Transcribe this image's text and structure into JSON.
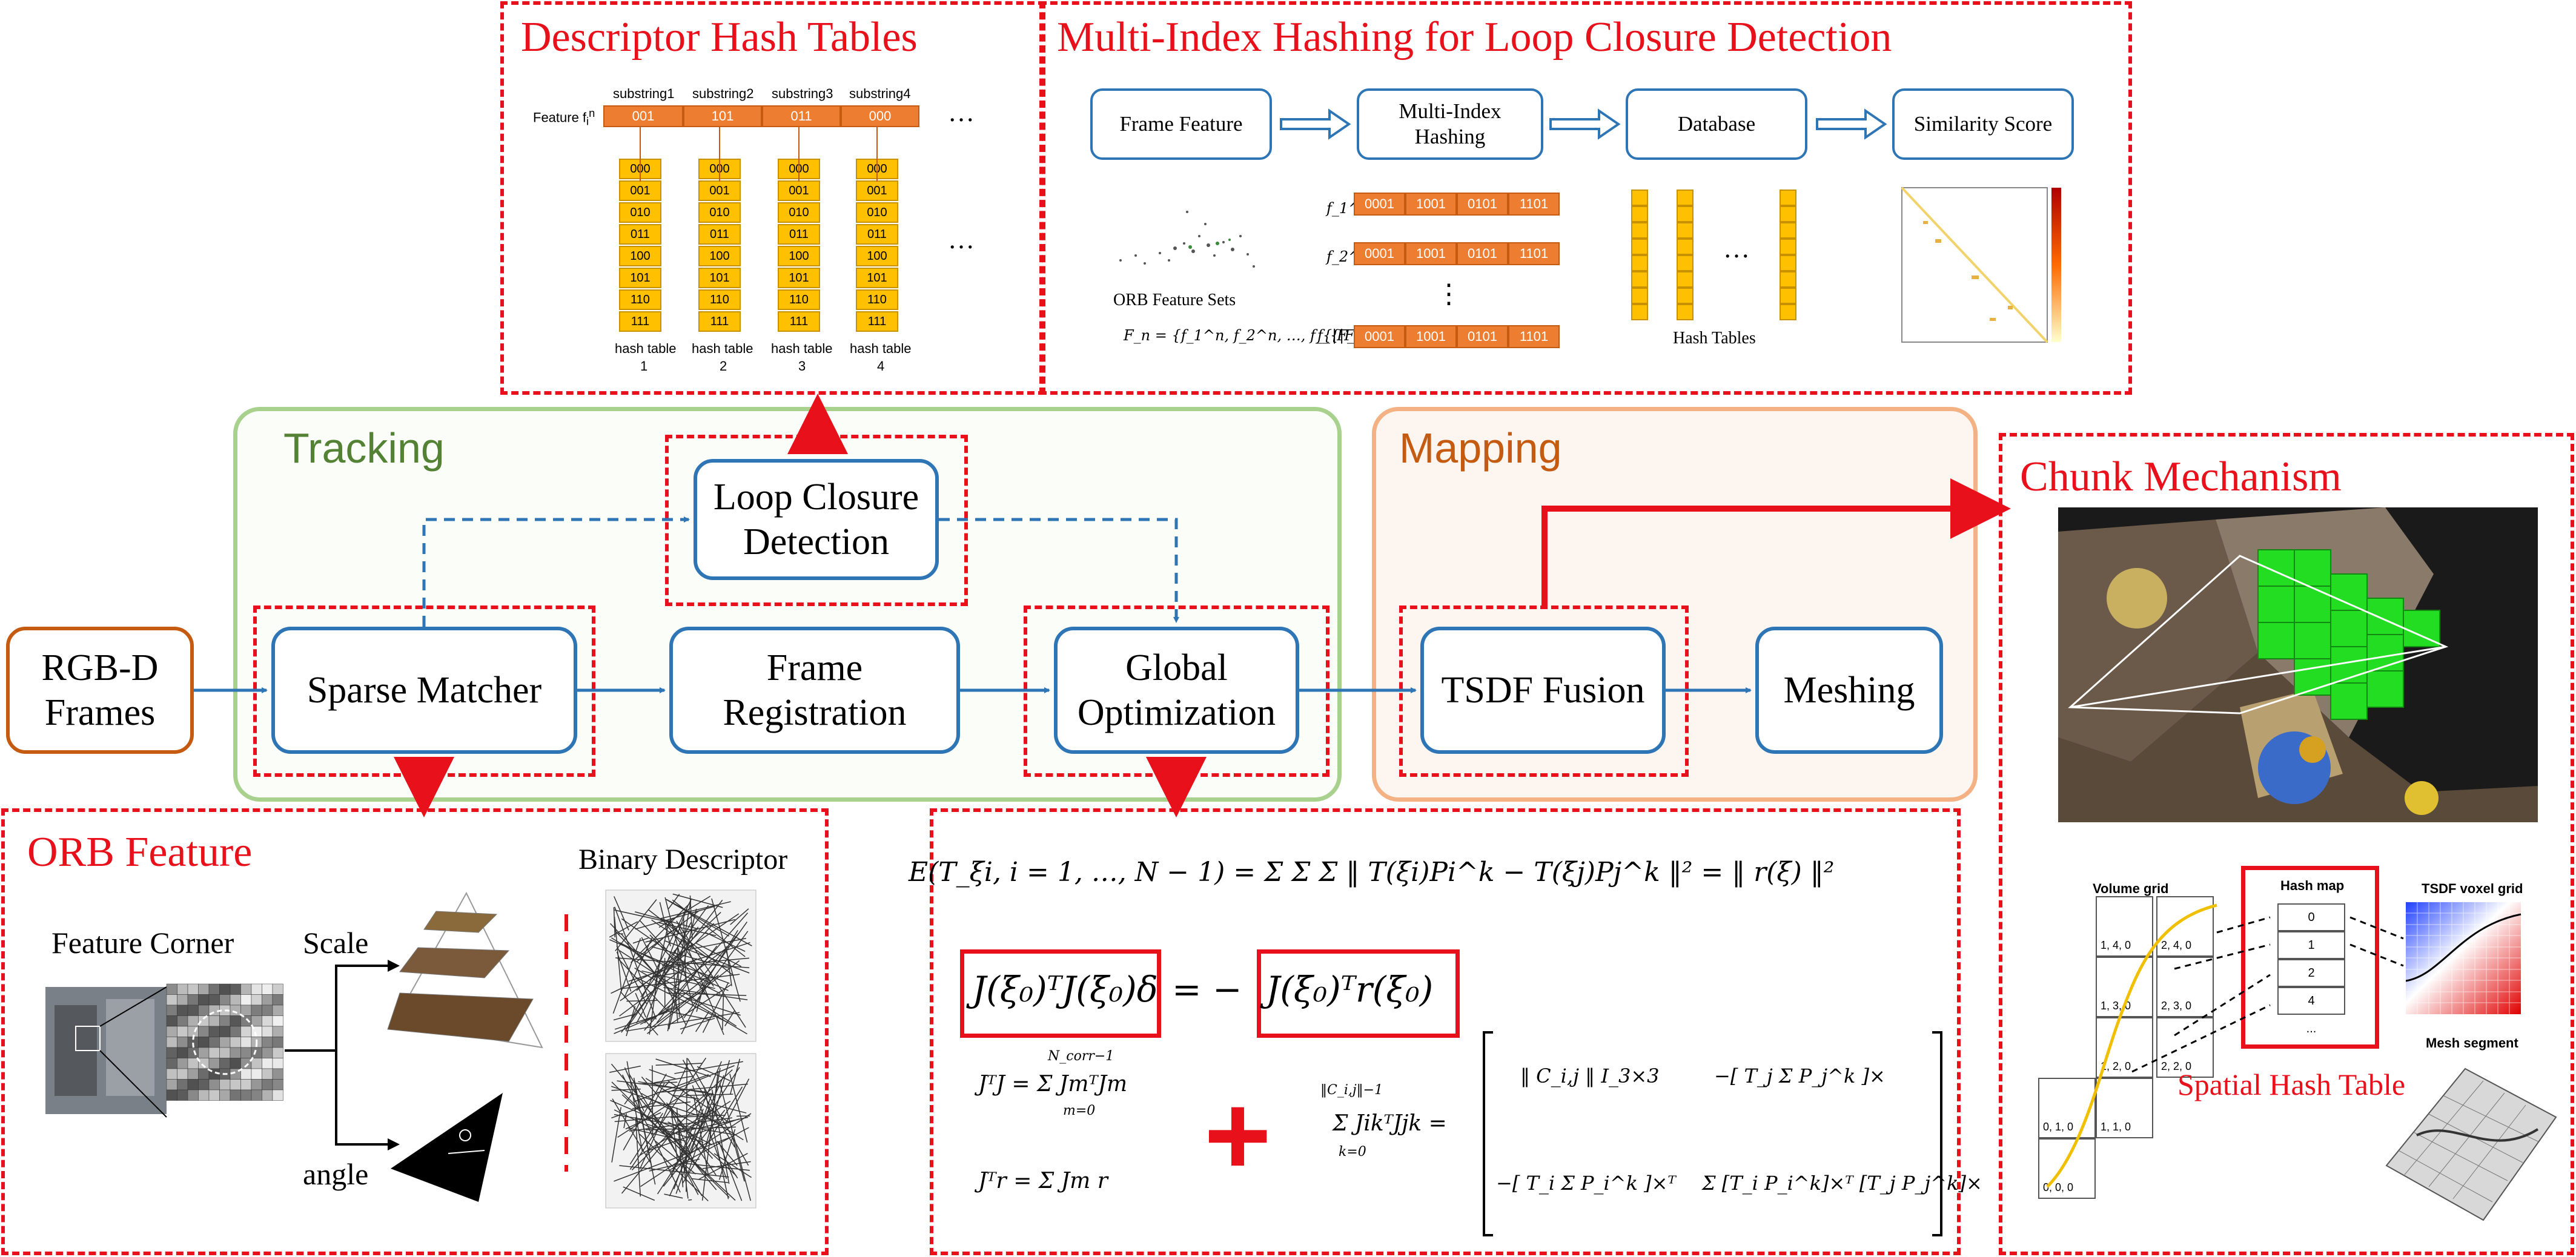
{
  "colors": {
    "red": "#e8101a",
    "blue": "#2e75b6",
    "green": "#a9d18e",
    "orange": "#f4b183",
    "brown": "#c55a11"
  },
  "descriptor_hash": {
    "title": "Descriptor Hash Tables",
    "feature_label": "Feature f",
    "feature_sup": "n",
    "feature_sub": "i",
    "substrings": [
      "substring1",
      "substring2",
      "substring3",
      "substring4"
    ],
    "feature_values": [
      "001",
      "101",
      "011",
      "000"
    ],
    "ellipsis": "…",
    "table_rows": [
      "000",
      "001",
      "010",
      "011",
      "100",
      "101",
      "110",
      "111"
    ],
    "table_caption": "hash table",
    "table_numbers": [
      "1",
      "2",
      "3",
      "4"
    ]
  },
  "mih": {
    "title": "Multi-Index Hashing for Loop Closure Detection",
    "steps": [
      "Frame Feature",
      "Multi-Index\nHashing",
      "Database",
      "Similarity Score"
    ],
    "orb_sets": "ORB Feature Sets",
    "fn_formula": "F_n = {f_1^n, f_2^n, …, f_{|F_n|}^n}",
    "feature_rows": [
      "f_1^n",
      "f_2^n",
      "f_{|F_n|}^n"
    ],
    "codes": [
      "0001",
      "1001",
      "0101",
      "1101"
    ],
    "vdots": "⋮",
    "dots": "…",
    "hash_tables": "Hash Tables"
  },
  "tracking": {
    "title": "Tracking",
    "loop_closure": "Loop Closure\nDetection",
    "sparse_matcher": "Sparse Matcher",
    "frame_registration": "Frame\nRegistration",
    "global_optimization": "Global\nOptimization"
  },
  "input": {
    "label": "RGB-D\nFrames"
  },
  "mapping": {
    "title": "Mapping",
    "tsdf": "TSDF Fusion",
    "meshing": "Meshing"
  },
  "chunk": {
    "title": "Chunk Mechanism",
    "volume_grid": "Volume grid",
    "hash_map": "Hash map",
    "tsdf_voxel": "TSDF voxel grid",
    "mesh_segment": "Mesh segment",
    "hash_entries": [
      "0",
      "1",
      "2",
      "4",
      "..."
    ],
    "grid_cells": [
      "1, 4, 0",
      "2, 4, 0",
      "1, 3, 0",
      "2, 3, 0",
      "1, 2, 0",
      "2, 2, 0",
      "0, 1, 0",
      "1, 1, 0",
      "0, 0, 0"
    ],
    "spatial_hash": "Spatial Hash Table"
  },
  "orb": {
    "title": "ORB Feature",
    "feature_corner": "Feature Corner",
    "scale": "Scale",
    "angle": "angle",
    "binary_descriptor": "Binary Descriptor"
  },
  "optimization": {
    "energy": "E(T_ξi, i = 1, …, N − 1) = Σ Σ Σ ‖ T(ξi)Pi^k − T(ξj)Pj^k ‖² = ‖ r(ξ) ‖²",
    "normal_eq_left": "J(ξ₀)ᵀJ(ξ₀)δ",
    "normal_eq_eq": "= −",
    "normal_eq_right": "J(ξ₀)ᵀr(ξ₀)",
    "jtj": "JᵀJ = Σ JmᵀJm",
    "jtr": "Jᵀr = Σ Jm r",
    "plus": "+",
    "jikjjk": "Σ JikᵀJjk =",
    "sum_upper_corr": "N_corr−1",
    "sum_lower_m": "m=0",
    "sum_upper_c": "‖C_i,j‖−1",
    "sum_lower_k": "k=0",
    "m11": "‖ C_i,j ‖ I_3×3",
    "m12": "−[ T_j Σ P_j^k ]×",
    "m21": "−[ T_i Σ P_i^k ]×ᵀ",
    "m22": "Σ [T_i P_i^k]×ᵀ [T_j P_j^k]×"
  }
}
